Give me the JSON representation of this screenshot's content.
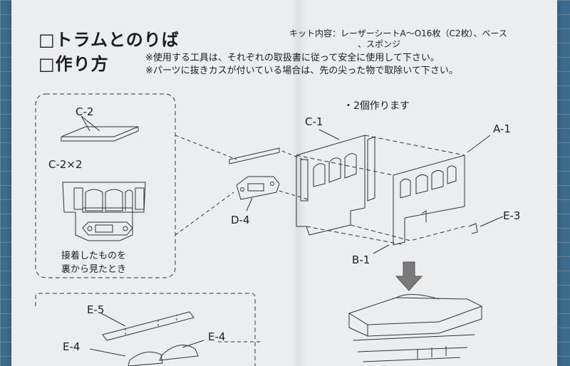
{
  "header": {
    "title": "□トラムとのりば",
    "subtitle": "□作り方",
    "kit_label": "キット内容：レーザーシートA〜O16枚（C2枚）、ベース",
    "kit_label2": "、スポンジ",
    "note1": "※使用する工具は、それぞれの取扱書に従って安全に使用して下さい。",
    "note2": "※パーツに抜きカスが付いている場合は、先の尖った物で取除いて下さい。"
  },
  "diagram": {
    "make_two": "・2個作ります",
    "c2": "C-2",
    "c2x2": "C-2×2",
    "c1": "C-1",
    "a1": "A-1",
    "d4": "D-4",
    "e3": "E-3",
    "b1": "B-1",
    "back_note_line1": "接着したものを",
    "back_note_line2": "裏から見たとき",
    "e5": "E-5",
    "e4_right": "E-4",
    "e4_left": "E-4"
  }
}
